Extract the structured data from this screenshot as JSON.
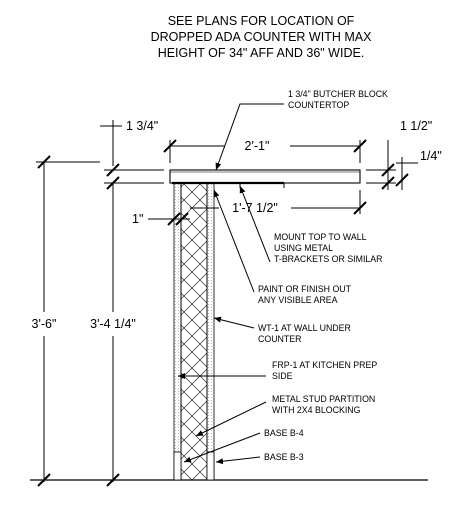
{
  "title": {
    "lines": [
      "SEE PLANS FOR LOCATION OF",
      "DROPPED ADA COUNTER WITH MAX",
      "HEIGHT OF 34\" AFF AND 36\" WIDE."
    ]
  },
  "dimensions": {
    "countertop_overhang": "1 3/4\"",
    "countertop_depth": "2'-1\"",
    "edge_thickness": "1 1/2\"",
    "edge_reveal": "1/4\"",
    "wall_inset": "1\"",
    "top_setback": "1'-7 1/2\"",
    "overall_height": "3'-6\"",
    "wall_height": "3'-4 1/4\""
  },
  "notes": {
    "butcher_block": [
      "1 3/4\" BUTCHER BLOCK",
      "COUNTERTOP"
    ],
    "mount_top": [
      "MOUNT TOP TO WALL",
      "USING METAL",
      "T-BRACKETS OR SIMILAR"
    ],
    "paint_finish": [
      "PAINT OR FINISH OUT",
      "ANY VISIBLE AREA"
    ],
    "wt1": [
      "WT-1 AT WALL UNDER",
      "COUNTER"
    ],
    "frp1": [
      "FRP-1 AT KITCHEN PREP",
      "SIDE"
    ],
    "stud_partition": [
      "METAL STUD PARTITION",
      "WITH 2X4 BLOCKING"
    ],
    "base_b4": [
      "BASE B-4"
    ],
    "base_b3": [
      "BASE B-3"
    ]
  }
}
